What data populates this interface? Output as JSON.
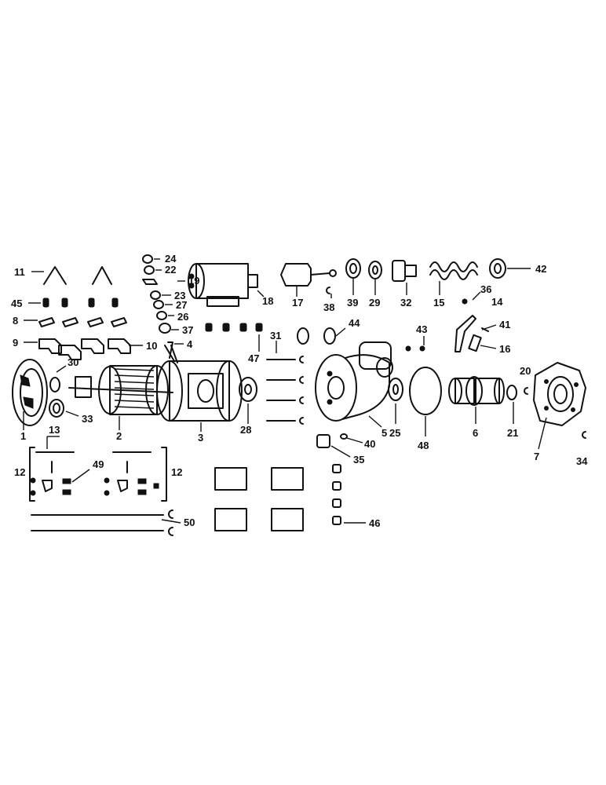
{
  "callouts": [
    "1",
    "2",
    "3",
    "4",
    "5",
    "6",
    "7",
    "8",
    "9",
    "10",
    "11",
    "12",
    "13",
    "14",
    "15",
    "16",
    "17",
    "18",
    "19",
    "20",
    "21",
    "22",
    "23",
    "24",
    "25",
    "26",
    "27",
    "28",
    "29",
    "30",
    "31",
    "32",
    "33",
    "34",
    "35",
    "36",
    "37",
    "38",
    "39",
    "40",
    "41",
    "42",
    "43",
    "44",
    "45",
    "46",
    "47",
    "48",
    "49",
    "50"
  ],
  "callout_12_repeat": "12"
}
